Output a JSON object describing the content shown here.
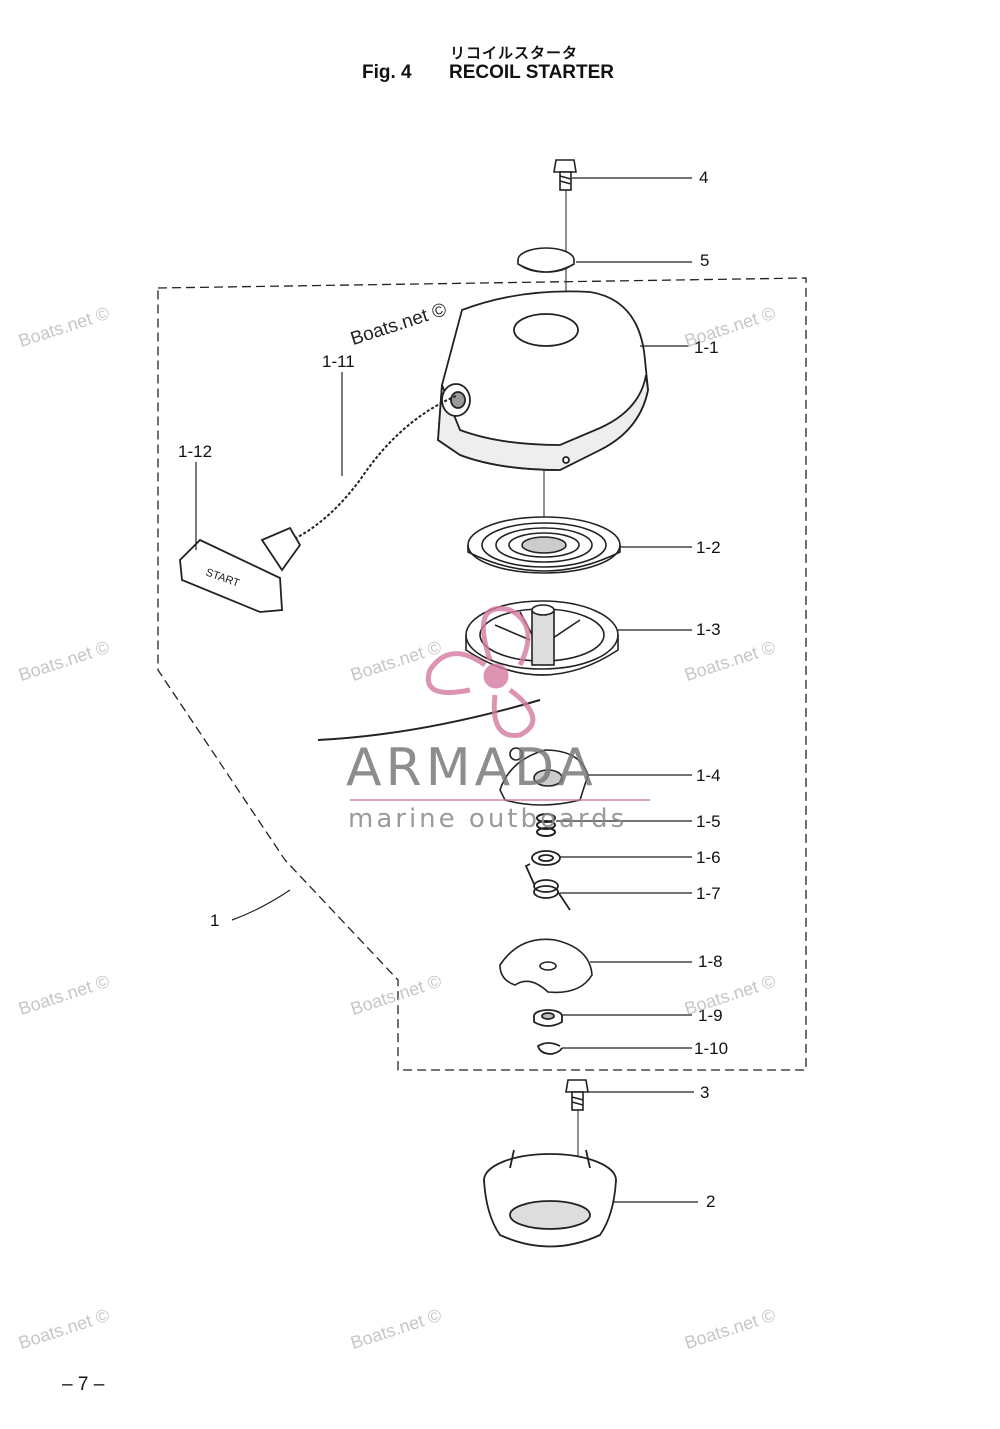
{
  "header": {
    "japanese_title": "リコイルスタータ",
    "figure_label": "Fig. 4",
    "title": "RECOIL STARTER"
  },
  "callouts": {
    "p4": "4",
    "p5": "5",
    "p1_1": "1-1",
    "p1_11": "1-11",
    "p1_12": "1-12",
    "p1_2": "1-2",
    "p1_3": "1-3",
    "p1_4": "1-4",
    "p1_5": "1-5",
    "p1_6": "1-6",
    "p1_7": "1-7",
    "p1": "1",
    "p1_8": "1-8",
    "p1_9": "1-9",
    "p1_10": "1-10",
    "p3": "3",
    "p2": "2"
  },
  "handle_text": "START",
  "watermark": {
    "site": "Boats.net ©",
    "brand": "ARMADA",
    "brand_sub": "marine outboards",
    "brand_color": "#d47aa0"
  },
  "page_number": "– 7 –"
}
